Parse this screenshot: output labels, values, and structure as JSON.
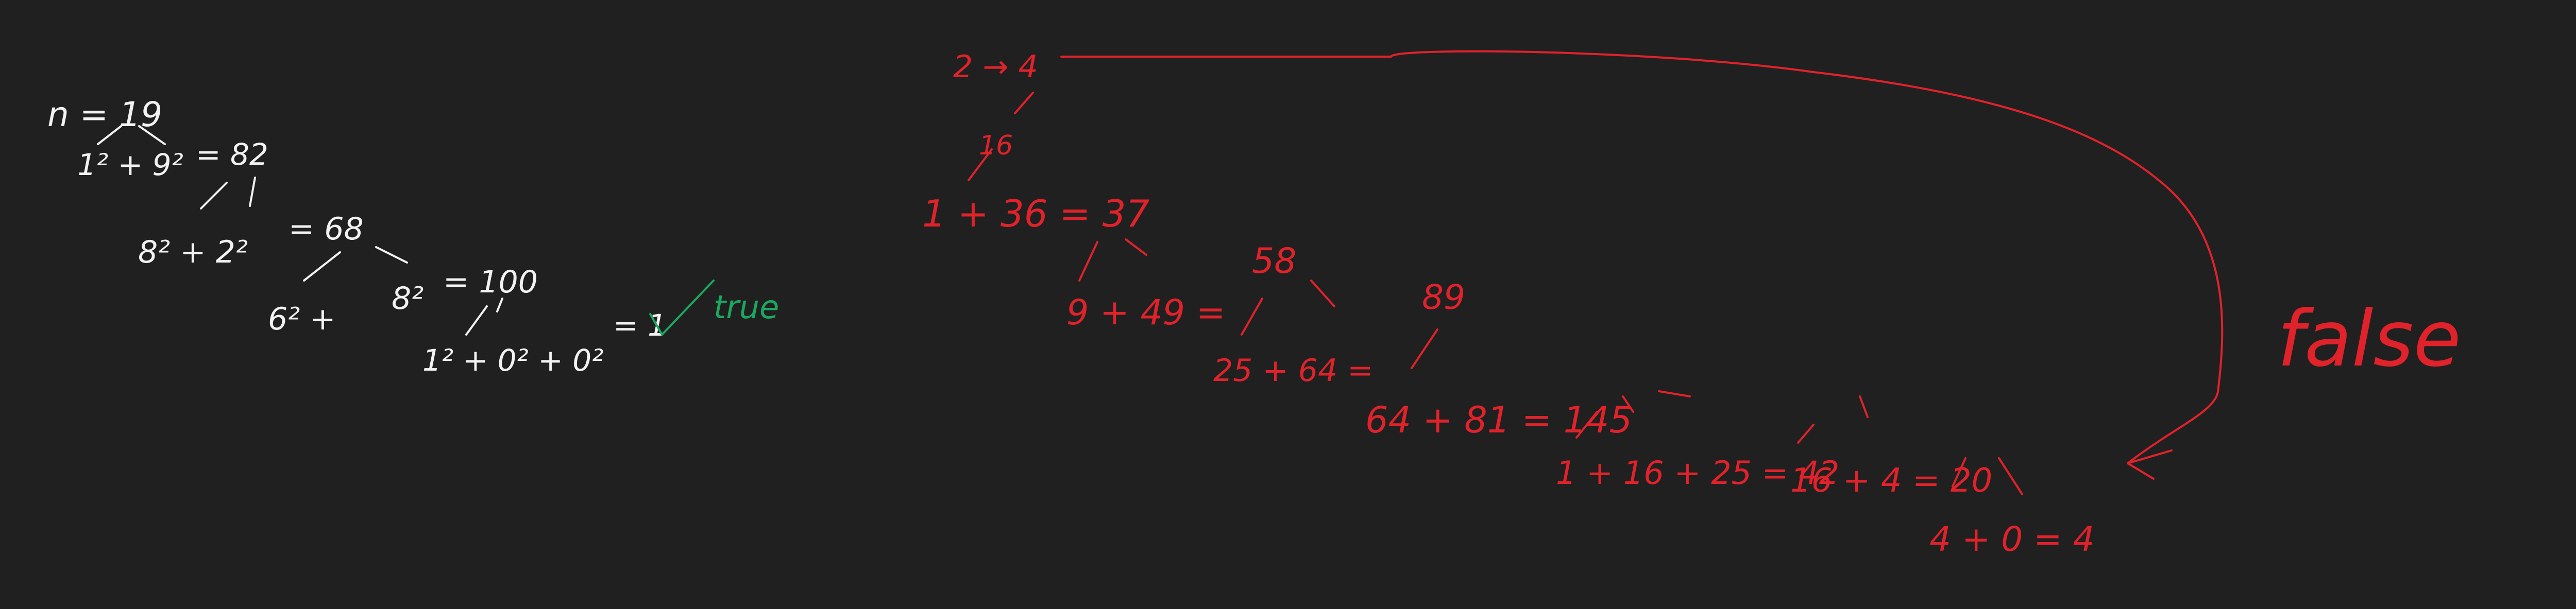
{
  "whiteboard": {
    "left_trace": {
      "n": "n = 19",
      "step1_lhs": "1² + 9²",
      "step1_rhs": "= 82",
      "step2_lhs": "8² + 2²",
      "step2_rhs": "= 68",
      "step3_lhs": "6² +",
      "step3_mid": "8²",
      "step3_rhs": "= 100",
      "step4": "1² + 0² + 0²",
      "step4_rhs": "= 1",
      "result": "true"
    },
    "right_trace": {
      "start": "2 → 4",
      "v16": "16",
      "s1": "1 + 36 = 37",
      "s2_lhs": "9 + 49 =",
      "s2_rhs": "58",
      "s3_lhs": "25 + 64 =",
      "s3_rhs": "89",
      "s4": "64 + 81 = 145",
      "s5": "1 + 16 + 25 = 42",
      "s6": "16 + 4 = 20",
      "s7": "4 + 0 = 4",
      "result": "false"
    },
    "colors": {
      "background": "#202020",
      "white_ink": "#f2f2f2",
      "red_ink": "#e0222b",
      "green_ink": "#1aa860"
    }
  }
}
